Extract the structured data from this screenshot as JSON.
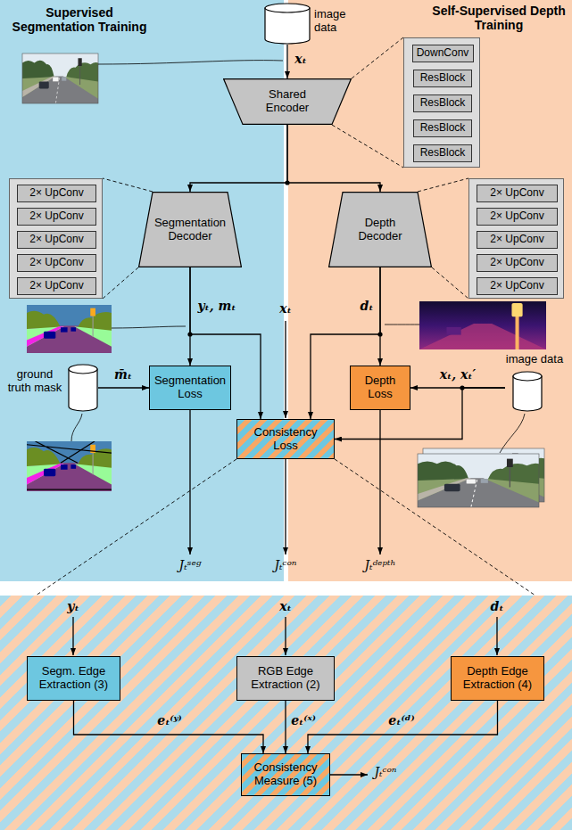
{
  "diagram": {
    "nodes": [
      {
        "text": [
          "Supervised Segmentation Training"
        ]
      },
      {
        "text": [
          "Self-Supervised Depth Training"
        ]
      },
      {
        "text": [
          "image data"
        ]
      },
      {
        "text": [
          "Shared Encoder"
        ]
      },
      {
        "text": [],
        "in": 1
      },
      {
        "text": [
          "DownConv"
        ],
        "in": 4
      },
      {
        "text": [
          "ResBlock"
        ],
        "in": 4
      },
      {
        "text": [
          "ResBlock"
        ],
        "in": 4
      },
      {
        "text": [
          "ResBlock"
        ],
        "in": 4
      },
      {
        "text": [
          "ResBlock"
        ],
        "in": 4
      },
      {
        "text": [
          "Segmentation Decoder"
        ],
        "in": 0
      },
      {
        "text": [],
        "in": 0
      },
      {
        "text": [
          "2× UpConv"
        ],
        "in": 11
      },
      {
        "text": [
          "2× UpConv"
        ],
        "in": 11
      },
      {
        "text": [
          "2× UpConv"
        ],
        "in": 11
      },
      {
        "text": [
          "2× UpConv"
        ],
        "in": 11
      },
      {
        "text": [
          "2× UpConv"
        ],
        "in": 11
      },
      {
        "text": [
          "Depth Decoder"
        ],
        "in": 1
      },
      {
        "text": [],
        "in": 1
      },
      {
        "text": [
          "2× UpConv"
        ],
        "in": 18
      },
      {
        "text": [
          "2× UpConv"
        ],
        "in": 18
      },
      {
        "text": [
          "2× UpConv"
        ],
        "in": 18
      },
      {
        "text": [
          "2× UpConv"
        ],
        "in": 18
      },
      {
        "text": [
          "2× UpConv"
        ],
        "in": 18
      },
      {
        "text": [
          "ground truth mask"
        ],
        "in": 0
      },
      {
        "text": [
          "Segmentation Loss"
        ],
        "in": 0
      },
      {
        "text": [
          "image data"
        ],
        "in": 1
      },
      {
        "text": [
          "Depth Loss"
        ],
        "in": 1
      },
      {
        "text": [
          "Consistency Loss"
        ]
      },
      {
        "text": []
      },
      {
        "text": [
          "Segm. Edge Extraction (3)"
        ],
        "in": 29
      },
      {
        "text": [
          "RGB Edge Extraction (2)"
        ],
        "in": 29
      },
      {
        "text": [
          "Depth Edge Extraction (4)"
        ],
        "in": 29
      },
      {
        "text": [
          "Consistency Measure (5)"
        ],
        "in": 29
      }
    ],
    "edges": [
      {
        "from": 2,
        "to": 3,
        "arrow": "to",
        "label": "xₜ"
      },
      {
        "from": 3,
        "to": 10,
        "arrow": "to"
      },
      {
        "from": 3,
        "to": 17,
        "arrow": "to"
      },
      {
        "from": 10,
        "to": 25,
        "arrow": "to",
        "label": "yₜ, mₜ"
      },
      {
        "from": 10,
        "to": 28,
        "arrow": "to"
      },
      {
        "from": 17,
        "to": 27,
        "arrow": "to",
        "label": "dₜ"
      },
      {
        "from": 17,
        "to": 28,
        "arrow": "to"
      },
      {
        "from": 24,
        "to": 25,
        "arrow": "to",
        "label": "m̄ₜ"
      },
      {
        "from": 26,
        "to": 27,
        "arrow": "to",
        "label": "xₜ, xₜ′"
      },
      {
        "from": 26,
        "to": 28,
        "arrow": "to"
      },
      {
        "from": 30,
        "to": 33,
        "arrow": "to",
        "label": "eₜ⁽ʸ⁾"
      },
      {
        "from": 31,
        "to": 33,
        "arrow": "to",
        "label": "eₜ⁽ˣ⁾"
      },
      {
        "from": 32,
        "to": 33,
        "arrow": "to",
        "label": "eₜ⁽ᵈ⁾"
      }
    ],
    "labels": [
      "xₜ",
      "Jₜˢᵉᵍ",
      "Jₜᶜᵒⁿ",
      "Jₜᵈᵉᵖᵗʰ",
      "yₜ",
      "xₜ",
      "dₜ",
      "Jₜᶜᵒⁿ"
    ]
  }
}
